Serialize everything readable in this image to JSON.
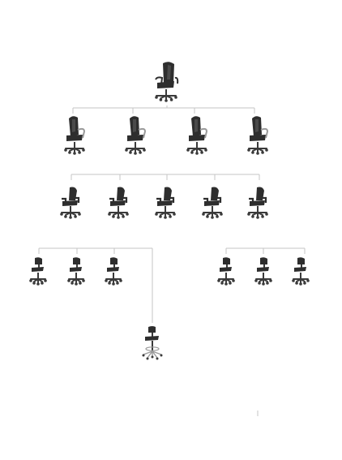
{
  "diagram": {
    "connector_color": "#c4c4c4",
    "chair_color": "#2e2e2e",
    "chair_highlight": "#4a4a4a",
    "base_color": "#3a3a3a",
    "chrome_color": "#9a9a9a",
    "levels": [
      {
        "name": "executive",
        "icon": "executive-chair-icon",
        "count": 1
      },
      {
        "name": "manager",
        "icon": "manager-chair-icon",
        "count": 4
      },
      {
        "name": "task",
        "icon": "task-chair-icon",
        "count": 5
      },
      {
        "name": "armless-task",
        "icon": "armless-task-chair-icon",
        "count": 6
      },
      {
        "name": "drafting",
        "icon": "drafting-stool-icon",
        "count": 1
      }
    ]
  }
}
